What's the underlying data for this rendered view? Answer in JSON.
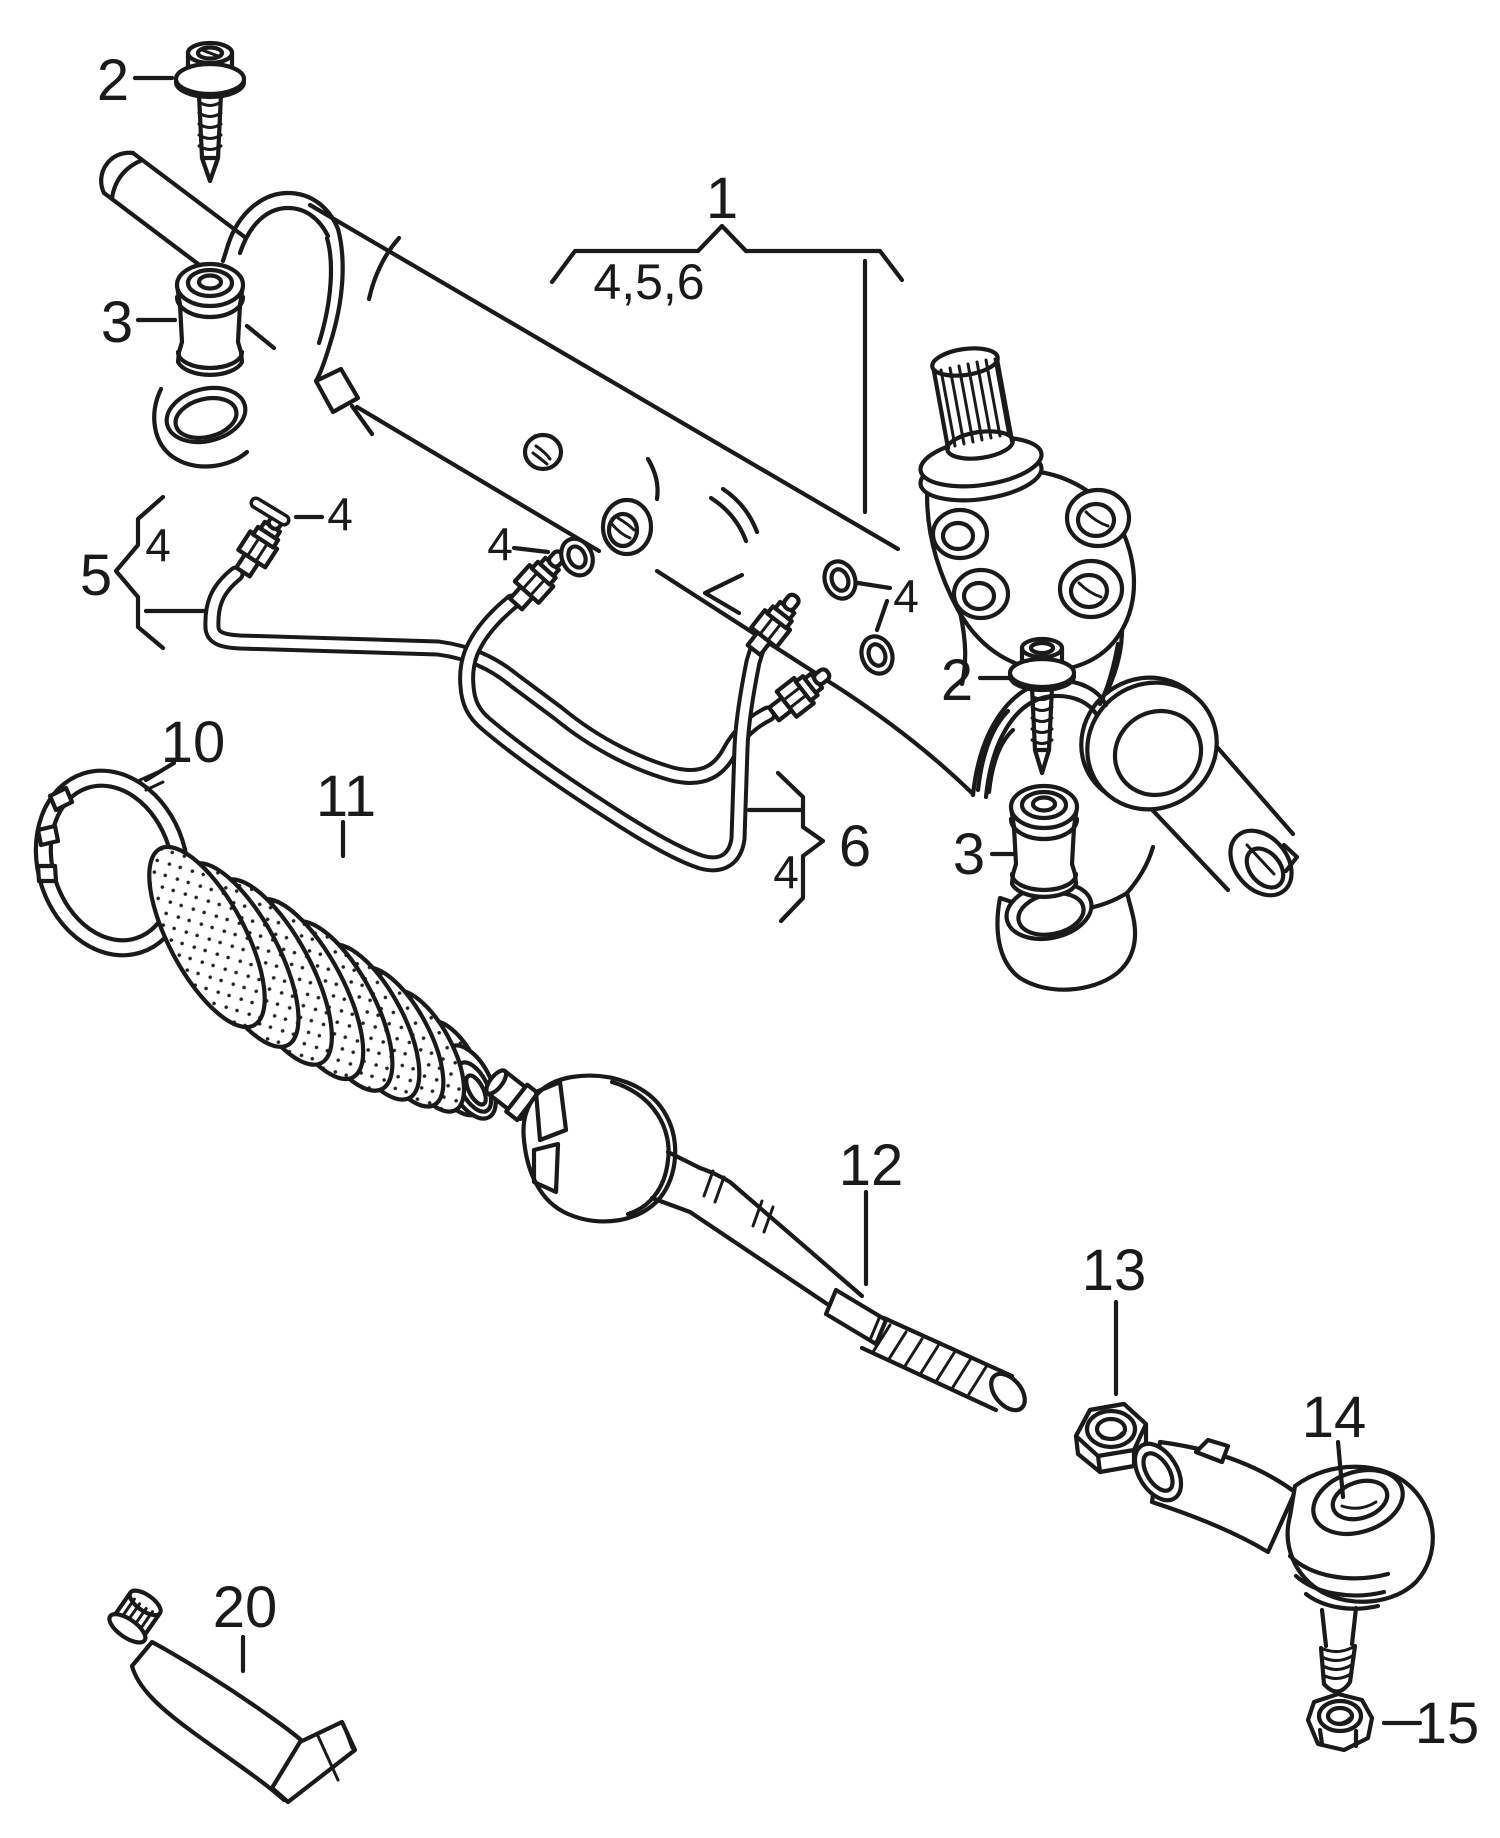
{
  "diagram_title": "steering-gear-exploded-parts-diagram",
  "colors": {
    "background": "#ffffff",
    "line": "#1a1a1a"
  },
  "callouts": {
    "part1": "1",
    "group456": "4,5,6",
    "part2_top": "2",
    "part2_right": "2",
    "part3_left": "3",
    "part3_right": "3",
    "part4_pin": "4",
    "part4_mid": "4",
    "part4_right": "4",
    "part4_in5": "4",
    "part4_in6": "4",
    "part5": "5",
    "part6": "6",
    "part10": "10",
    "part11": "11",
    "part12": "12",
    "part13": "13",
    "part14": "14",
    "part15": "15",
    "part20": "20"
  }
}
